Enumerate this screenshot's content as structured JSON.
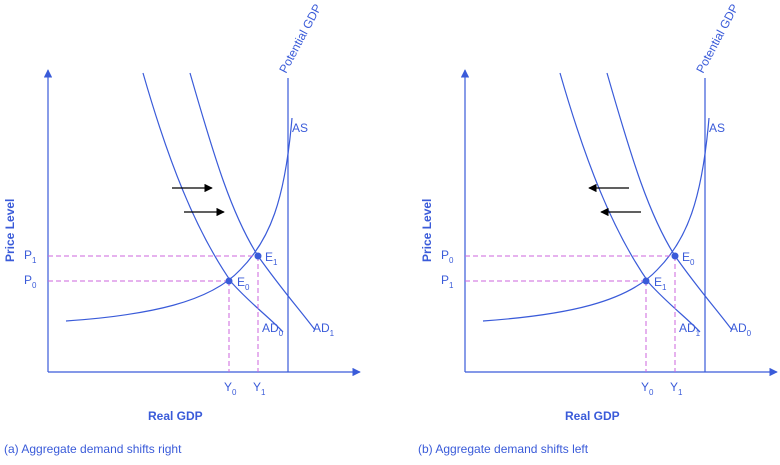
{
  "colors": {
    "line": "#3a5bd9",
    "dash": "#cc66dd",
    "arrow": "#000000"
  },
  "panels": [
    {
      "id": "a",
      "caption": "(a) Aggregate demand shifts right",
      "y_axis_label": "Price Level",
      "x_axis_label": "Real GDP",
      "potential_label": "Potential GDP",
      "as_label": "AS",
      "ad0": {
        "main": "AD",
        "sub": "0"
      },
      "ad1": {
        "main": "AD",
        "sub": "1"
      },
      "e0": {
        "main": "E",
        "sub": "0"
      },
      "e1": {
        "main": "E",
        "sub": "1"
      },
      "p_upper": {
        "main": "P",
        "sub": "1"
      },
      "p_lower": {
        "main": "P",
        "sub": "0"
      },
      "y_left": {
        "main": "Y",
        "sub": "0"
      },
      "y_right": {
        "main": "Y",
        "sub": "1"
      },
      "shift_direction": "right"
    },
    {
      "id": "b",
      "caption": "(b) Aggregate demand shifts left",
      "y_axis_label": "Price Level",
      "x_axis_label": "Real GDP",
      "potential_label": "Potential GDP",
      "as_label": "AS",
      "ad0": {
        "main": "AD",
        "sub": "1"
      },
      "ad1": {
        "main": "AD",
        "sub": "0"
      },
      "e0": {
        "main": "E",
        "sub": "1"
      },
      "e1": {
        "main": "E",
        "sub": "0"
      },
      "p_upper": {
        "main": "P",
        "sub": "0"
      },
      "p_lower": {
        "main": "P",
        "sub": "1"
      },
      "y_left": {
        "main": "Y",
        "sub": "0"
      },
      "y_right": {
        "main": "Y",
        "sub": "1"
      },
      "shift_direction": "left"
    }
  ]
}
